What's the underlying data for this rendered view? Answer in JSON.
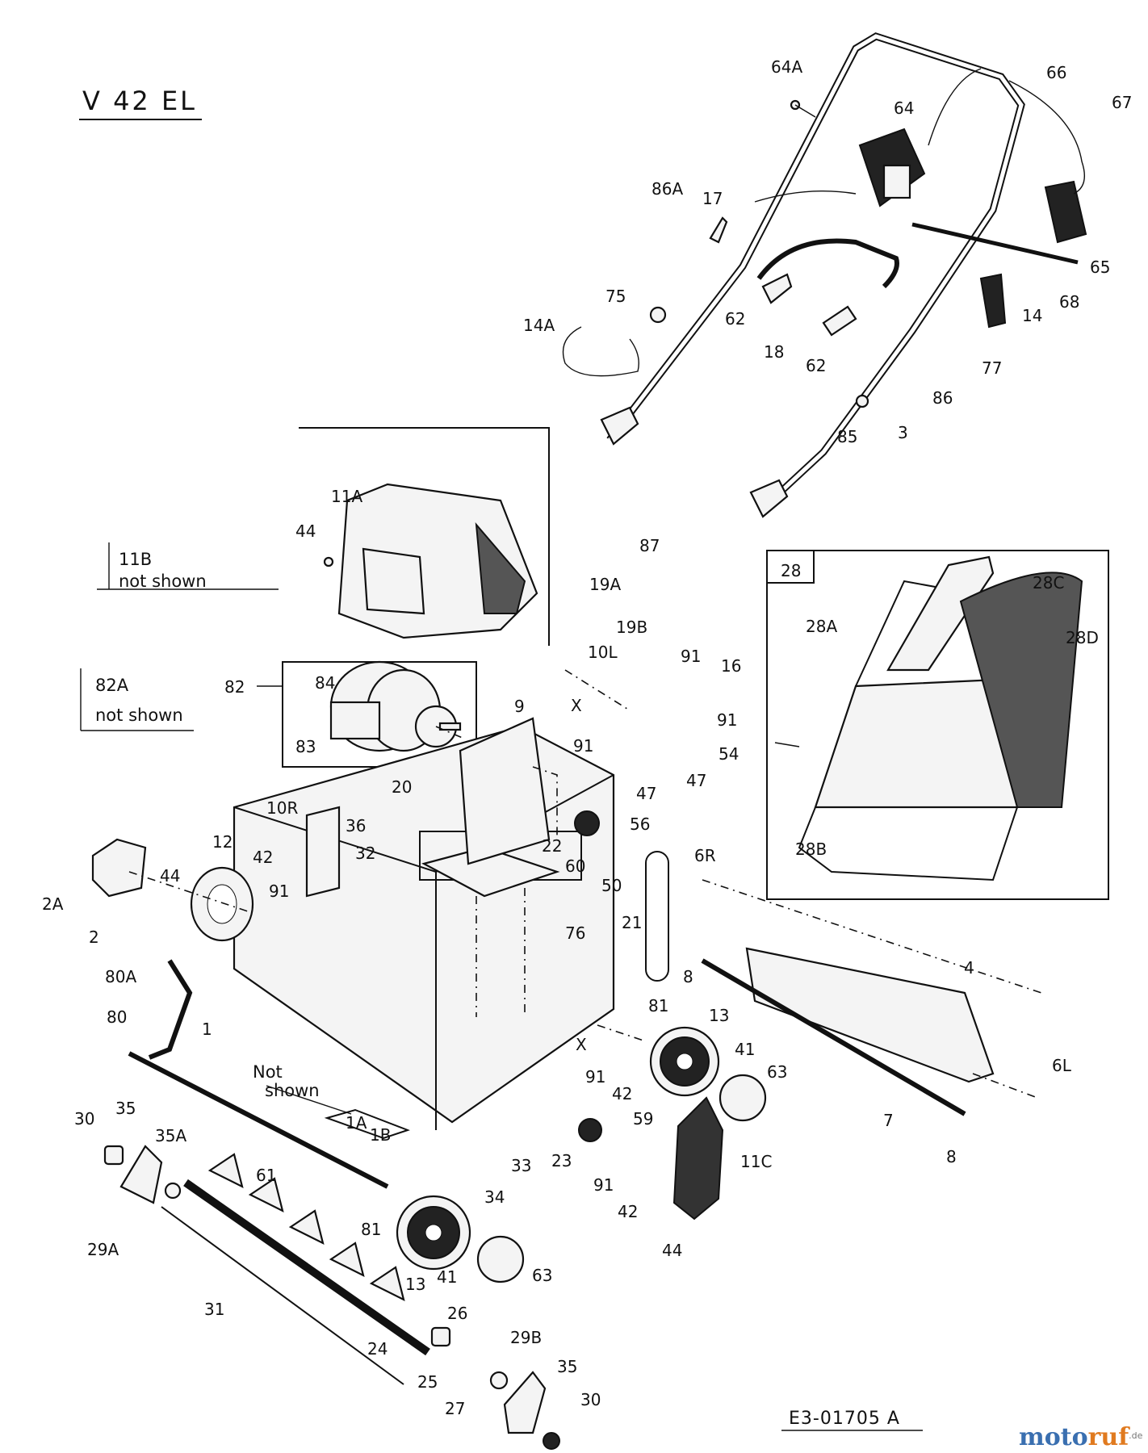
{
  "title": "V 42 EL",
  "drawing_code": "E3-01705 A",
  "watermark": {
    "part1": "moto",
    "part2": "ruf",
    "suffix": ".de"
  },
  "notes": {
    "n11b_1": "11B",
    "n11b_2": "not shown",
    "n82a_1": "82A",
    "n82a_2": "not shown",
    "not_shown_1": "Not",
    "not_shown_2": "shown"
  },
  "callouts": {
    "c64A": "64A",
    "c66": "66",
    "c67": "67",
    "c64": "64",
    "c86A": "86A",
    "c17": "17",
    "c65": "65",
    "c68": "68",
    "c14": "14",
    "c75": "75",
    "c14A": "14A",
    "c62a": "62",
    "c18": "18",
    "c62b": "62",
    "c77": "77",
    "c86": "86",
    "c85": "85",
    "c3": "3",
    "c11A": "11A",
    "c44a": "44",
    "c87": "87",
    "c19A": "19A",
    "c19B": "19B",
    "c28": "28",
    "c28A": "28A",
    "c28C": "28C",
    "c28D": "28D",
    "c28B": "28B",
    "c10L": "10L",
    "c91a": "91",
    "c16": "16",
    "cXa": "X",
    "c91b": "91",
    "c54": "54",
    "c47a": "47",
    "c91c": "91",
    "c47b": "47",
    "c9": "9",
    "c82": "82",
    "c84": "84",
    "c83": "83",
    "c20": "20",
    "c10R": "10R",
    "c36": "36",
    "c32": "32",
    "c22": "22",
    "c56": "56",
    "c60": "60",
    "c50": "50",
    "c6R": "6R",
    "c21": "21",
    "c12": "12",
    "c42a": "42",
    "c44b": "44",
    "c2A": "2A",
    "c2": "2",
    "c91d": "91",
    "c76": "76",
    "c80A": "80A",
    "c80": "80",
    "c1": "1",
    "c8a": "8",
    "c4": "4",
    "c81a": "81",
    "c13a": "13",
    "cXb": "X",
    "c41a": "41",
    "c63a": "63",
    "c6L": "6L",
    "c91e": "91",
    "c42b": "42",
    "c1A": "1A",
    "c1B": "1B",
    "c59": "59",
    "c11C": "11C",
    "c7": "7",
    "c8b": "8",
    "c30a": "30",
    "c35a": "35",
    "c35A": "35A",
    "c33": "33",
    "c23": "23",
    "c91f": "91",
    "c42c": "42",
    "c61": "61",
    "c34": "34",
    "c29A": "29A",
    "c81b": "81",
    "c44c": "44",
    "c13b": "13",
    "c41b": "41",
    "c63b": "63",
    "c31": "31",
    "c26": "26",
    "c24": "24",
    "c29B": "29B",
    "c35b": "35",
    "c25": "25",
    "c27": "27",
    "c30b": "30"
  }
}
